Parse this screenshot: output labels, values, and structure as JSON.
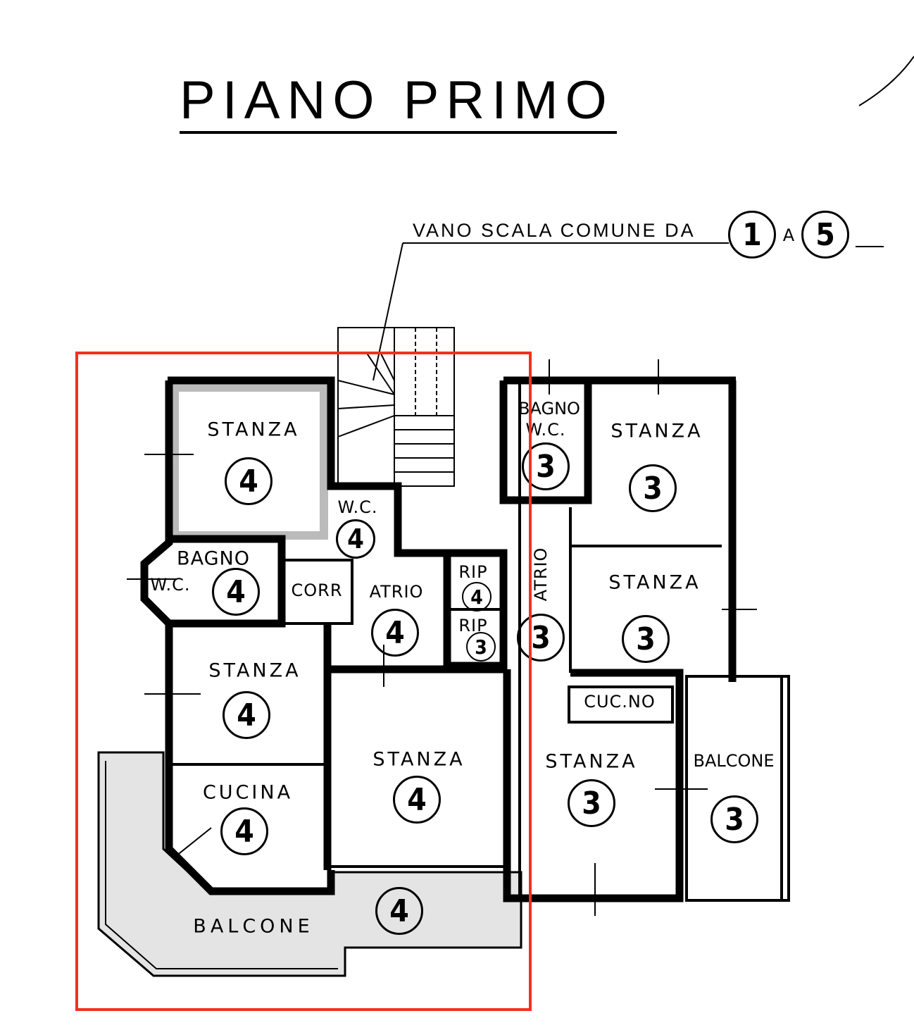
{
  "title": "PIANO PRIMO",
  "stair_note": {
    "text": "VANO SCALA COMUNE DA",
    "from": "1",
    "joiner": "A",
    "to": "5"
  },
  "highlight_color": "#f0321e",
  "unit_4": {
    "stanza_a": {
      "label": "STANZA",
      "unit": "4"
    },
    "wc": {
      "label": "W.C.",
      "unit": "4"
    },
    "bagno": {
      "label1": "BAGNO",
      "label2": "W.C.",
      "unit": "4"
    },
    "corr": {
      "label": "CORR"
    },
    "atrio": {
      "label": "ATRIO",
      "unit": "4"
    },
    "rip": {
      "label": "RIP",
      "unit": "4"
    },
    "stanza_b": {
      "label": "STANZA",
      "unit": "4"
    },
    "stanza_c": {
      "label": "STANZA",
      "unit": "4"
    },
    "cucina": {
      "label": "CUCINA",
      "unit": "4"
    },
    "balcone": {
      "label": "BALCONE",
      "unit": "4"
    }
  },
  "unit_3": {
    "rip": {
      "label": "RIP",
      "unit": "3"
    },
    "atrio": {
      "label": "ATRIO",
      "unit": "3"
    },
    "bagno": {
      "label1": "BAGNO",
      "label2": "W.C.",
      "unit": "3"
    },
    "stanza_a": {
      "label": "STANZA",
      "unit": "3"
    },
    "stanza_b": {
      "label": "STANZA",
      "unit": "3"
    },
    "cucinotto": {
      "label": "CUC.NO"
    },
    "stanza_c": {
      "label": "STANZA",
      "unit": "3"
    },
    "balcone": {
      "label": "BALCONE",
      "unit": "3"
    }
  }
}
